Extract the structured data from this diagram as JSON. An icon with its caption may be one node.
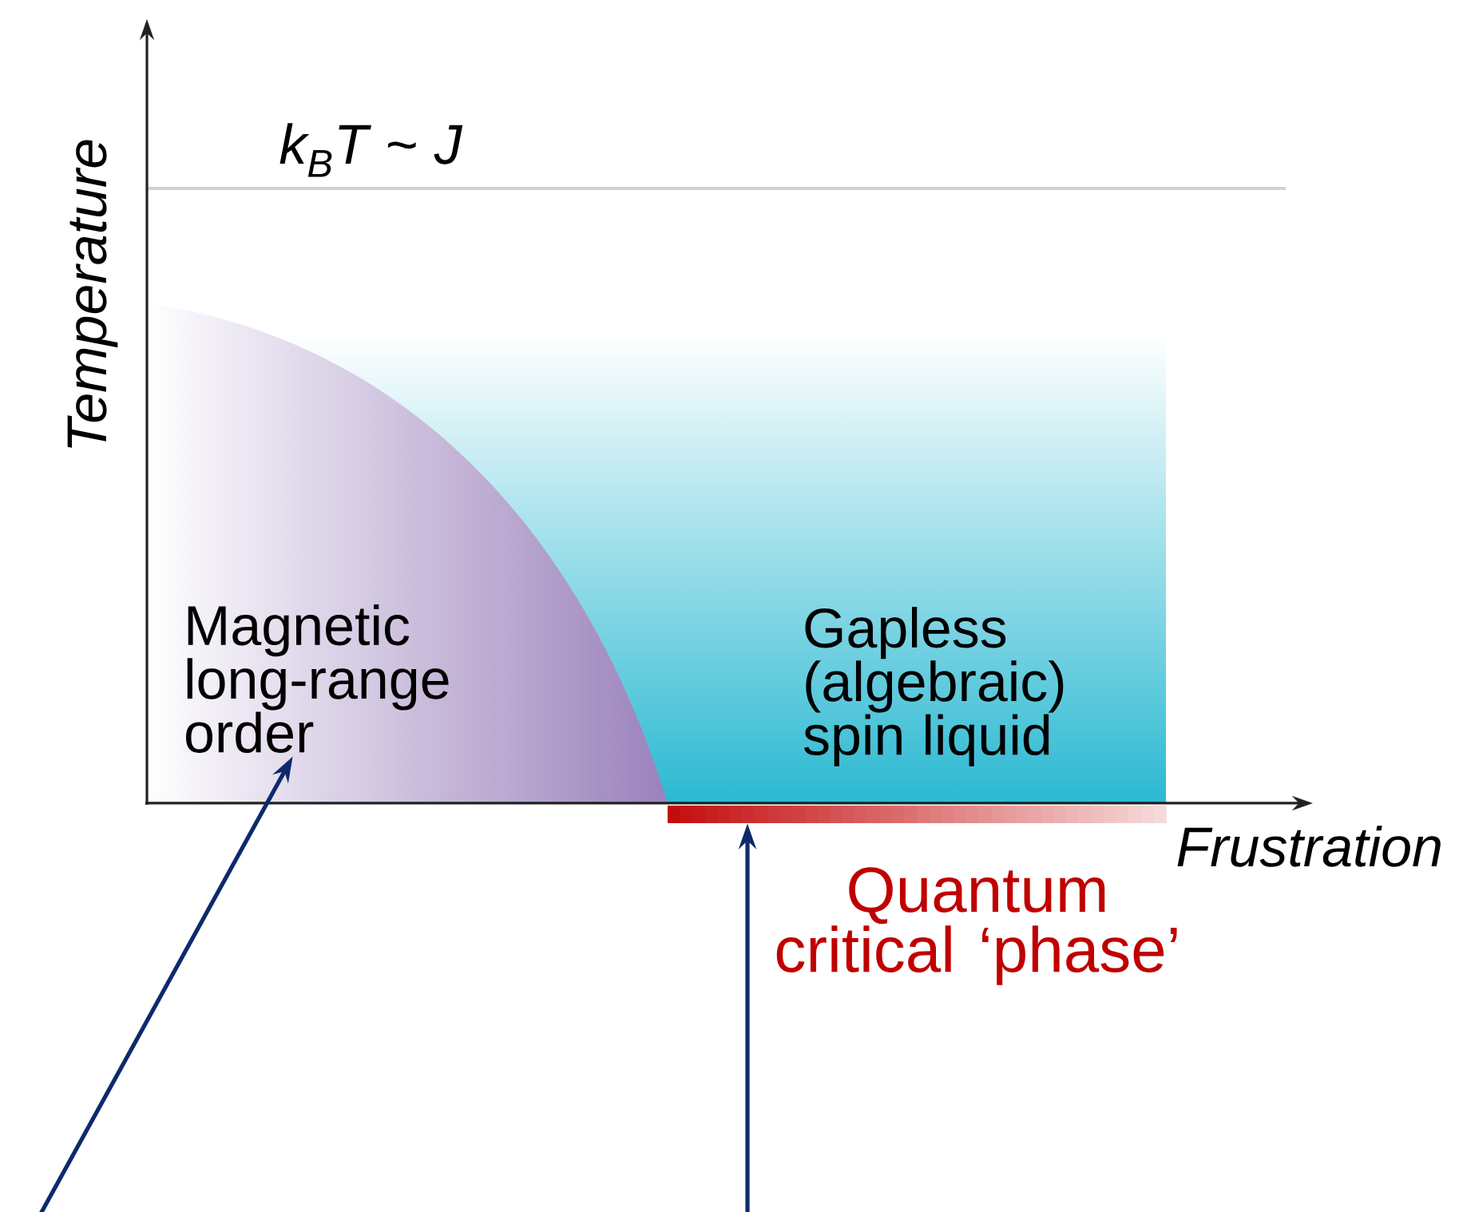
{
  "diagram": {
    "nodes": [
      {
        "text": [
          "Magnetic long-range order"
        ]
      },
      {
        "text": [
          "Gapless (algebraic) spin liquid"
        ]
      },
      {
        "text": [
          "Quantum critical ‘phase’"
        ]
      }
    ],
    "edges": [
      {
        "from": null,
        "to": 0,
        "arrow": "to"
      },
      {
        "from": null,
        "to": 2,
        "arrow": "to"
      }
    ],
    "labels": [
      "k$_{B}$T ~ J",
      "Temperature",
      "Frustration"
    ]
  }
}
